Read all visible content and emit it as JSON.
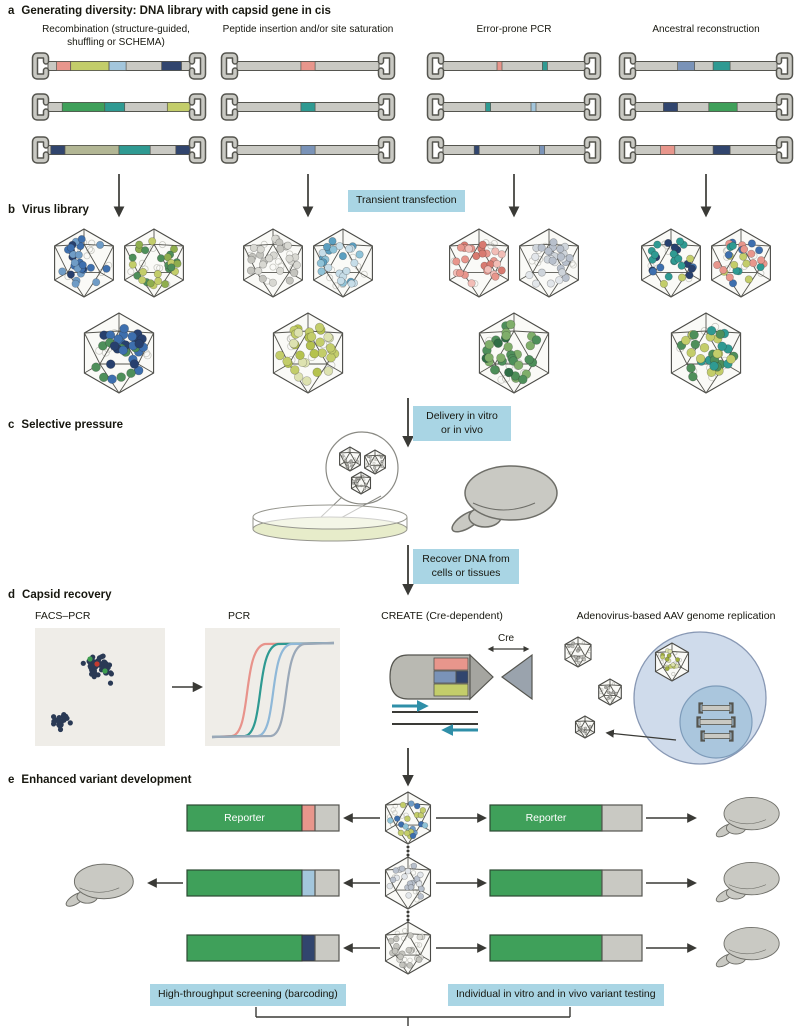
{
  "panel_a": {
    "label": "a",
    "title": "Generating diversity: DNA library with capsid gene in cis",
    "columns": [
      {
        "title": "Recombination (structure-guided, shuffling or SCHEMA)"
      },
      {
        "title": "Peptide insertion and/or site saturation"
      },
      {
        "title": "Error-prone PCR"
      },
      {
        "title": "Ancestral reconstruction"
      }
    ],
    "transfection_label": "Transient transfection"
  },
  "panel_b": {
    "label": "b",
    "title": "Virus library"
  },
  "panel_c": {
    "label": "c",
    "title": "Selective pressure",
    "delivery_label": "Delivery in vitro or in vivo",
    "recover_label": "Recover DNA from cells or tissues"
  },
  "panel_d": {
    "label": "d",
    "title": "Capsid recovery",
    "facs_label": "FACS–PCR",
    "pcr_label": "PCR",
    "create_label": "CREATE (Cre-dependent)",
    "cre_label": "Cre",
    "adeno_label": "Adenovirus-based AAV genome replication"
  },
  "panel_e": {
    "label": "e",
    "title": "Enhanced variant development",
    "reporter_label": "Reporter",
    "screening_label": "High-throughput screening (barcoding)",
    "testing_label": "Individual in vitro and in vivo variant testing"
  },
  "colors": {
    "accent_box": "#a9d5e4",
    "outline": "#4a4a46",
    "bar_gray": "#c9c9c3",
    "pink": "#e8968c",
    "yellow_green": "#c3cd6a",
    "light_blue": "#a3c6dc",
    "navy": "#31456e",
    "teal": "#2f9a92",
    "olive": "#b2b694",
    "steel": "#7a93b8",
    "green": "#3fa05a",
    "reporter_green": "#3fa05a",
    "arrow": "#3a3a36",
    "facs_dot": "#2a3a55",
    "facs_red": "#c23b30",
    "facs_green": "#3f9e4f",
    "primer": "#2f8fa8",
    "cell_fill": "#cfdbeb",
    "cell_stroke": "#8898b4",
    "nucleus_fill": "#aac6dd",
    "nucleus_stroke": "#7e9cba",
    "dish_media": "#e7ecca",
    "plot_bg": "#efede8",
    "pcr_curves": [
      "#e8938b",
      "#2f9a92",
      "#8fb8d8",
      "#9aa8b8"
    ]
  },
  "capsid_palettes": {
    "rec_blue": [
      "#3d6fae",
      "#27406e",
      "#6f9cc6"
    ],
    "rec_green": [
      "#8fae4e",
      "#c3cd6a",
      "#4e8f5a"
    ],
    "rec_navy": [
      "#27406e",
      "#3d6fae",
      "#4e8f5a"
    ],
    "gray_faint": [
      "#d8d8d2",
      "#c4c4be"
    ],
    "pep_blue": [
      "#8fc3d8",
      "#5b9fc0",
      "#c6dde8"
    ],
    "pep_yellow": [
      "#c3cd6a",
      "#dde2b0",
      "#b5c24e"
    ],
    "err_pink": [
      "#e8968c",
      "#d87a70",
      "#f2bdb6"
    ],
    "gray_pale": [
      "#ced4da",
      "#b8c0cc",
      "#e2e6ea"
    ],
    "err_green": [
      "#4e8f5a",
      "#2f6e46",
      "#7fae6a"
    ],
    "anc_multi1": [
      "#2f9a92",
      "#c3cd6a",
      "#3d6fae",
      "#27406e"
    ],
    "anc_multi2": [
      "#e8968c",
      "#2f9a92",
      "#3d6fae",
      "#c3cd6a"
    ],
    "anc_multi3": [
      "#4e8f5a",
      "#2f9a92",
      "#c3cd6a"
    ],
    "e_blue": [
      "#8fc3d8",
      "#3d6fae",
      "#c3cd6a",
      "#6f9cc6"
    ],
    "gray_med": [
      "#c4c4be",
      "#aeaea8"
    ],
    "adeno_green": [
      "#c3cd6a",
      "#9fae3e",
      "#dde2b0"
    ]
  },
  "constructs": {
    "recombination": [
      [
        [
          0.06,
          0.1,
          "pink"
        ],
        [
          0.16,
          0.27,
          "yellow_green"
        ],
        [
          0.43,
          0.12,
          "light_blue"
        ],
        [
          0.8,
          0.14,
          "navy"
        ]
      ],
      [
        [
          0.1,
          0.3,
          "green"
        ],
        [
          0.4,
          0.14,
          "teal"
        ],
        [
          0.84,
          0.16,
          "yellow_green"
        ]
      ],
      [
        [
          0.02,
          0.1,
          "navy"
        ],
        [
          0.12,
          0.38,
          "olive"
        ],
        [
          0.5,
          0.22,
          "teal"
        ],
        [
          0.9,
          0.1,
          "navy"
        ]
      ]
    ],
    "peptide": [
      [
        [
          0.45,
          0.1,
          "pink"
        ]
      ],
      [
        [
          0.45,
          0.1,
          "teal"
        ]
      ],
      [
        [
          0.45,
          0.1,
          "steel"
        ]
      ]
    ],
    "error_prone": [
      [
        [
          0.38,
          0.035,
          "pink"
        ],
        [
          0.7,
          0.035,
          "teal"
        ]
      ],
      [
        [
          0.3,
          0.035,
          "teal"
        ],
        [
          0.62,
          0.035,
          "light_blue"
        ]
      ],
      [
        [
          0.22,
          0.035,
          "navy"
        ],
        [
          0.68,
          0.035,
          "steel"
        ]
      ]
    ],
    "ancestral": [
      [
        [
          0.3,
          0.12,
          "steel"
        ],
        [
          0.55,
          0.12,
          "teal"
        ]
      ],
      [
        [
          0.2,
          0.1,
          "navy"
        ],
        [
          0.52,
          0.2,
          "green"
        ]
      ],
      [
        [
          0.18,
          0.1,
          "pink"
        ],
        [
          0.55,
          0.12,
          "navy"
        ]
      ]
    ]
  },
  "reporter_segs": [
    "pink",
    "light_blue",
    "navy"
  ]
}
